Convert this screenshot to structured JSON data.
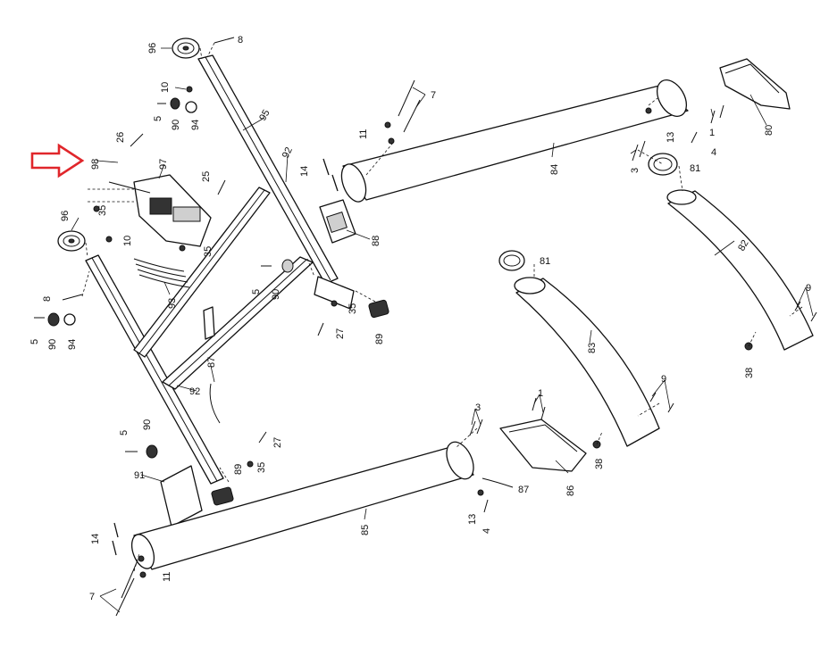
{
  "callouts": {
    "c8a": "8",
    "c96a": "96",
    "c10a": "10",
    "c5a": "5",
    "c90a": "90",
    "c94a": "94",
    "c95": "95",
    "c26": "26",
    "c98": "98",
    "c97": "97",
    "c25": "25",
    "c35a": "35",
    "c96b": "96",
    "c10b": "10",
    "c35b": "35",
    "c92a": "92",
    "c93": "93",
    "c8b": "8",
    "c5b": "5",
    "c90b": "90",
    "c94b": "94",
    "c5c": "5",
    "c90c": "90",
    "c35c": "35",
    "c27a": "27",
    "c89a": "89",
    "c88": "88",
    "c14a": "14",
    "c11a": "11",
    "c7a": "7",
    "c84": "84",
    "c13a": "13",
    "c3a": "3",
    "c4a": "4",
    "c1a": "1",
    "c80": "80",
    "c81a": "81",
    "c82": "82",
    "c9a": "9",
    "c38a": "38",
    "c81b": "81",
    "c83": "83",
    "c87a": "87",
    "c92b": "92",
    "c5d": "5",
    "c90d": "90",
    "c27b": "27",
    "c35d": "35",
    "c89b": "89",
    "c91": "91",
    "c3b": "3",
    "c1b": "1",
    "c9b": "9",
    "c38b": "38",
    "c86": "86",
    "c87b": "87",
    "c13b": "13",
    "c4b": "4",
    "c85": "85",
    "c14b": "14",
    "c11b": "11",
    "c7b": "7"
  }
}
